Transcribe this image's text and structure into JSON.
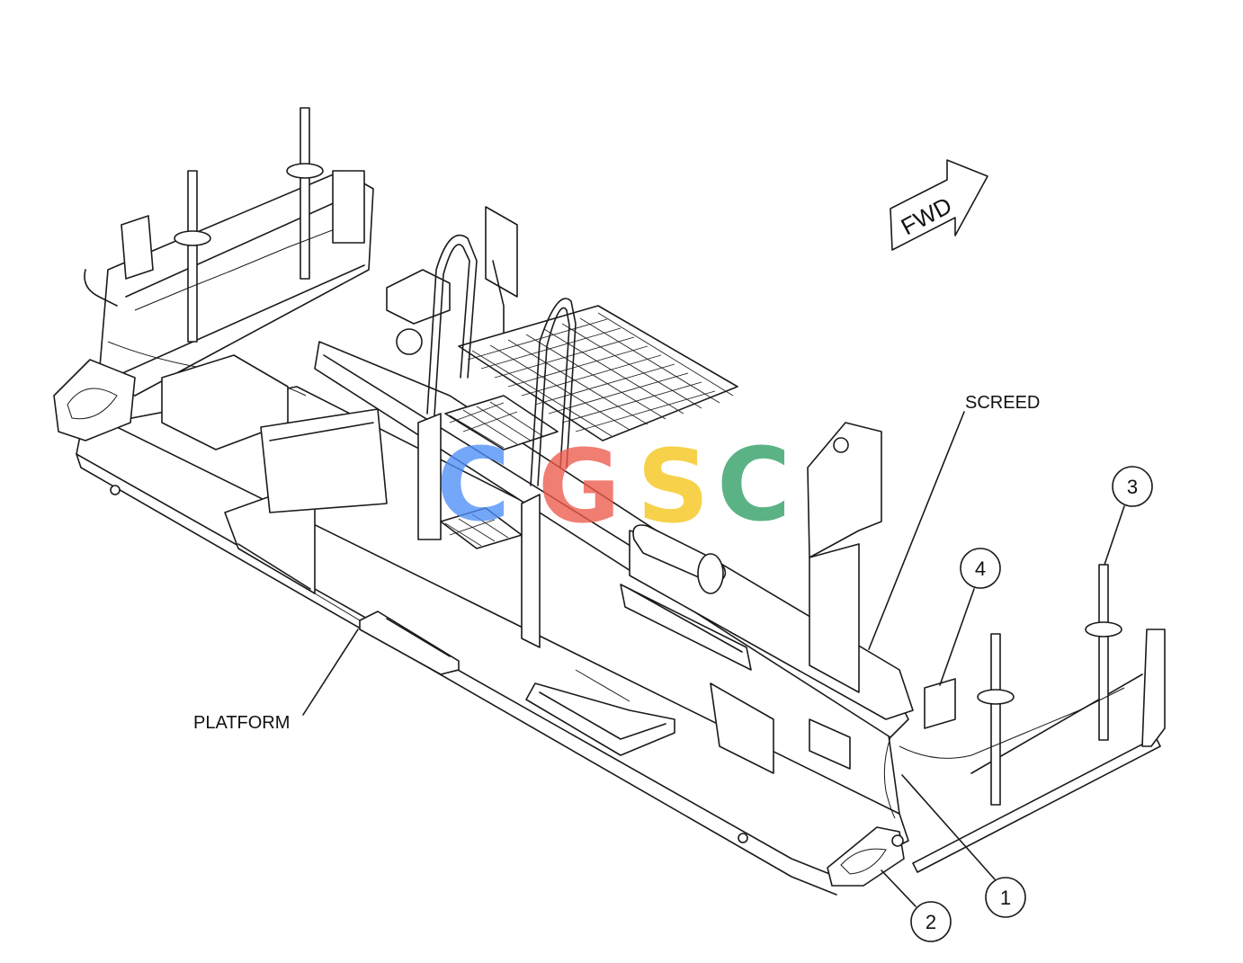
{
  "labels": {
    "screed": "SCREED",
    "platform": "PLATFORM",
    "forward": "FWD"
  },
  "callouts": [
    "1",
    "2",
    "3",
    "4"
  ],
  "watermark": {
    "letters": [
      "C",
      "G",
      "S",
      "C"
    ],
    "colors": [
      "#4f8ff7",
      "#ee5a4d",
      "#f5c518",
      "#2e9e63"
    ]
  }
}
